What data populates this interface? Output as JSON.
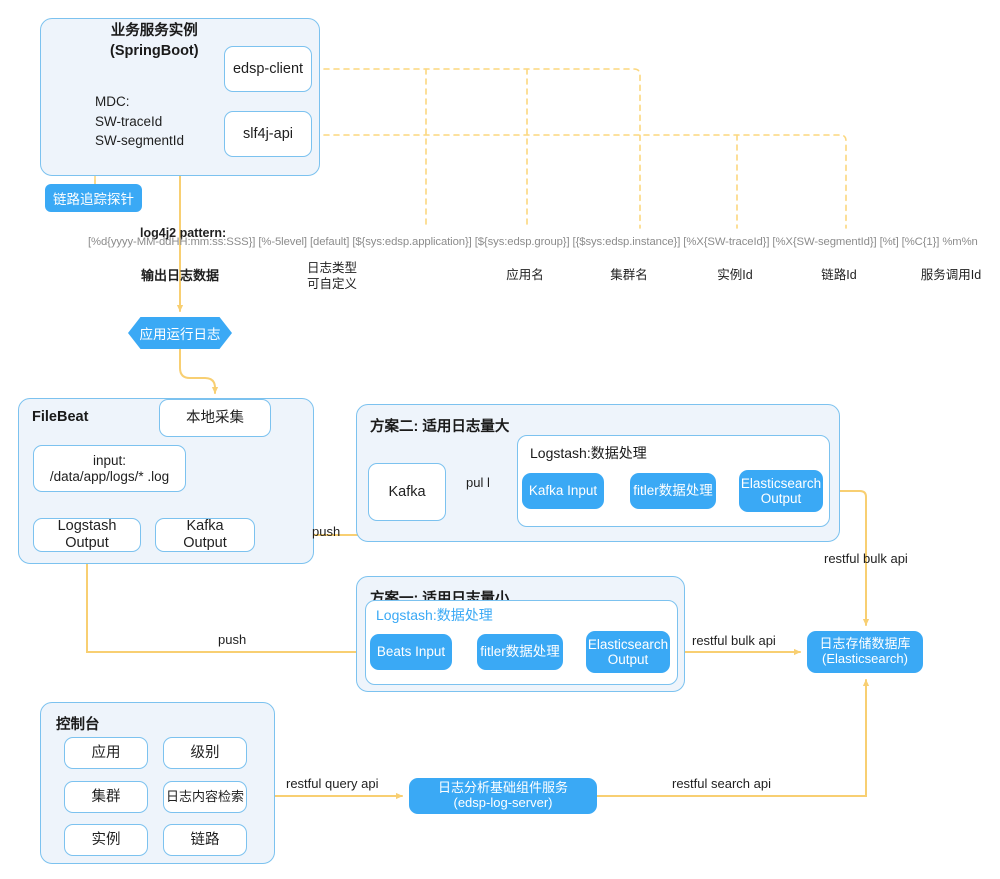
{
  "service": {
    "title": "业务服务实例\n(SpringBoot)",
    "mdc": "MDC:\nSW-traceId\nSW-segmentId",
    "edsp_client": "edsp-client",
    "slf4j_api": "slf4j-api",
    "probe_badge": "链路追踪探针"
  },
  "log4j": {
    "title": "log4j2 pattern:",
    "pattern": "[%d{yyyy-MM-ddHH:mm:ss:SSS}] [%-5level] [default] [${sys:edsp.application}] [${sys:edsp.group}] [{$sys:edsp.instance}] [%X{SW-traceId}] [%X{SW-segmentId}] [%t] [%C{1}] %m%n",
    "annotations": [
      {
        "id": "out",
        "text": "输出日志数据"
      },
      {
        "id": "type",
        "text": "日志类型\n可自定义"
      },
      {
        "id": "app",
        "text": "应用名"
      },
      {
        "id": "group",
        "text": "集群名"
      },
      {
        "id": "inst",
        "text": "实例Id"
      },
      {
        "id": "trace",
        "text": "链路Id"
      },
      {
        "id": "call",
        "text": "服务调用Id"
      }
    ]
  },
  "runlog": {
    "label": "应用运行日志"
  },
  "filebeat": {
    "title": "FileBeat",
    "local_collect": "本地采集",
    "input": "input:\n/data/app/logs/* .log",
    "logstash_output": "Logstash\nOutput",
    "kafka_output": "Kafka\nOutput"
  },
  "solution2": {
    "title": "方案二: 适用日志量大",
    "kafka": "Kafka",
    "logstash_title": "Logstash:数据处理",
    "kafka_input": "Kafka Input",
    "filter": "fitler数据处理",
    "es_output": "Elasticsearch\nOutput"
  },
  "solution1": {
    "title": "方案一: 适用日志量小",
    "logstash_title": "Logstash:数据处理",
    "beats_input": "Beats Input",
    "filter": "fitler数据处理",
    "es_output": "Elasticsearch\nOutput"
  },
  "storage": {
    "label": "日志存储数据库\n(Elasticsearch)"
  },
  "console": {
    "title": "控制台",
    "buttons": [
      {
        "id": "app",
        "label": "应用"
      },
      {
        "id": "level",
        "label": "级别"
      },
      {
        "id": "group",
        "label": "集群"
      },
      {
        "id": "search",
        "label": "日志内容检索"
      },
      {
        "id": "inst",
        "label": "实例"
      },
      {
        "id": "trace",
        "label": "链路"
      }
    ]
  },
  "log_server": {
    "label": "日志分析基础组件服务\n(edsp-log-server)"
  },
  "edges": {
    "push1": "push",
    "push2": "push",
    "pull": "pul l",
    "bulk1": "restful bulk api",
    "bulk2": "restful bulk api",
    "query": "restful query api",
    "search": "restful search api"
  },
  "colors": {
    "accent_blue": "#3aa9f5",
    "panel_border": "#7cc2ef",
    "panel_fill": "#eef4fb",
    "wire": "#f8cf72",
    "dashed": "#fbd77f",
    "muted_text": "#8c8c8c"
  }
}
